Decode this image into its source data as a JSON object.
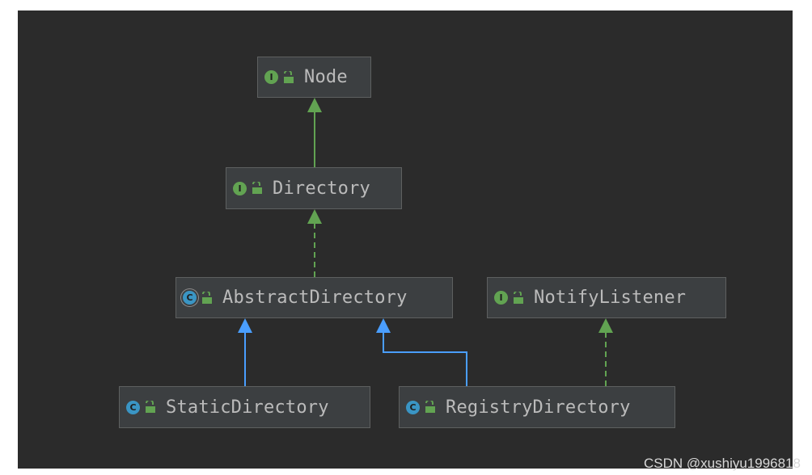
{
  "nodes": {
    "node": {
      "label": "Node",
      "kind": "interface",
      "kind_letter": "I"
    },
    "directory": {
      "label": "Directory",
      "kind": "interface",
      "kind_letter": "I"
    },
    "abstract_directory": {
      "label": "AbstractDirectory",
      "kind": "abstract-class",
      "kind_letter": "C"
    },
    "notify_listener": {
      "label": "NotifyListener",
      "kind": "interface",
      "kind_letter": "I"
    },
    "static_directory": {
      "label": "StaticDirectory",
      "kind": "class",
      "kind_letter": "C"
    },
    "registry_directory": {
      "label": "RegistryDirectory",
      "kind": "class",
      "kind_letter": "C"
    }
  },
  "edges": [
    {
      "from": "Directory",
      "to": "Node",
      "relation": "extends",
      "style": "solid",
      "color": "#62a352"
    },
    {
      "from": "AbstractDirectory",
      "to": "Directory",
      "relation": "implements",
      "style": "dashed",
      "color": "#62a352"
    },
    {
      "from": "StaticDirectory",
      "to": "AbstractDirectory",
      "relation": "extends",
      "style": "solid",
      "color": "#4a9eff"
    },
    {
      "from": "RegistryDirectory",
      "to": "AbstractDirectory",
      "relation": "extends",
      "style": "solid",
      "color": "#4a9eff"
    },
    {
      "from": "RegistryDirectory",
      "to": "NotifyListener",
      "relation": "implements",
      "style": "dashed",
      "color": "#62a352"
    }
  ],
  "colors": {
    "background": "#2b2b2b",
    "node_fill": "#3c3f41",
    "node_border": "#5e6060",
    "text": "#bbbbbb",
    "interface_badge": "#62a352",
    "class_badge": "#3a95c4",
    "implements_arrow": "#62a352",
    "extends_arrow": "#4a9eff"
  },
  "icons": {
    "interface_badge": "interface-icon",
    "class_badge": "class-icon",
    "abstract_badge": "abstract-class-icon",
    "visibility": "unlocked-padlock-icon"
  },
  "watermark": "CSDN @xushiyu1996818"
}
